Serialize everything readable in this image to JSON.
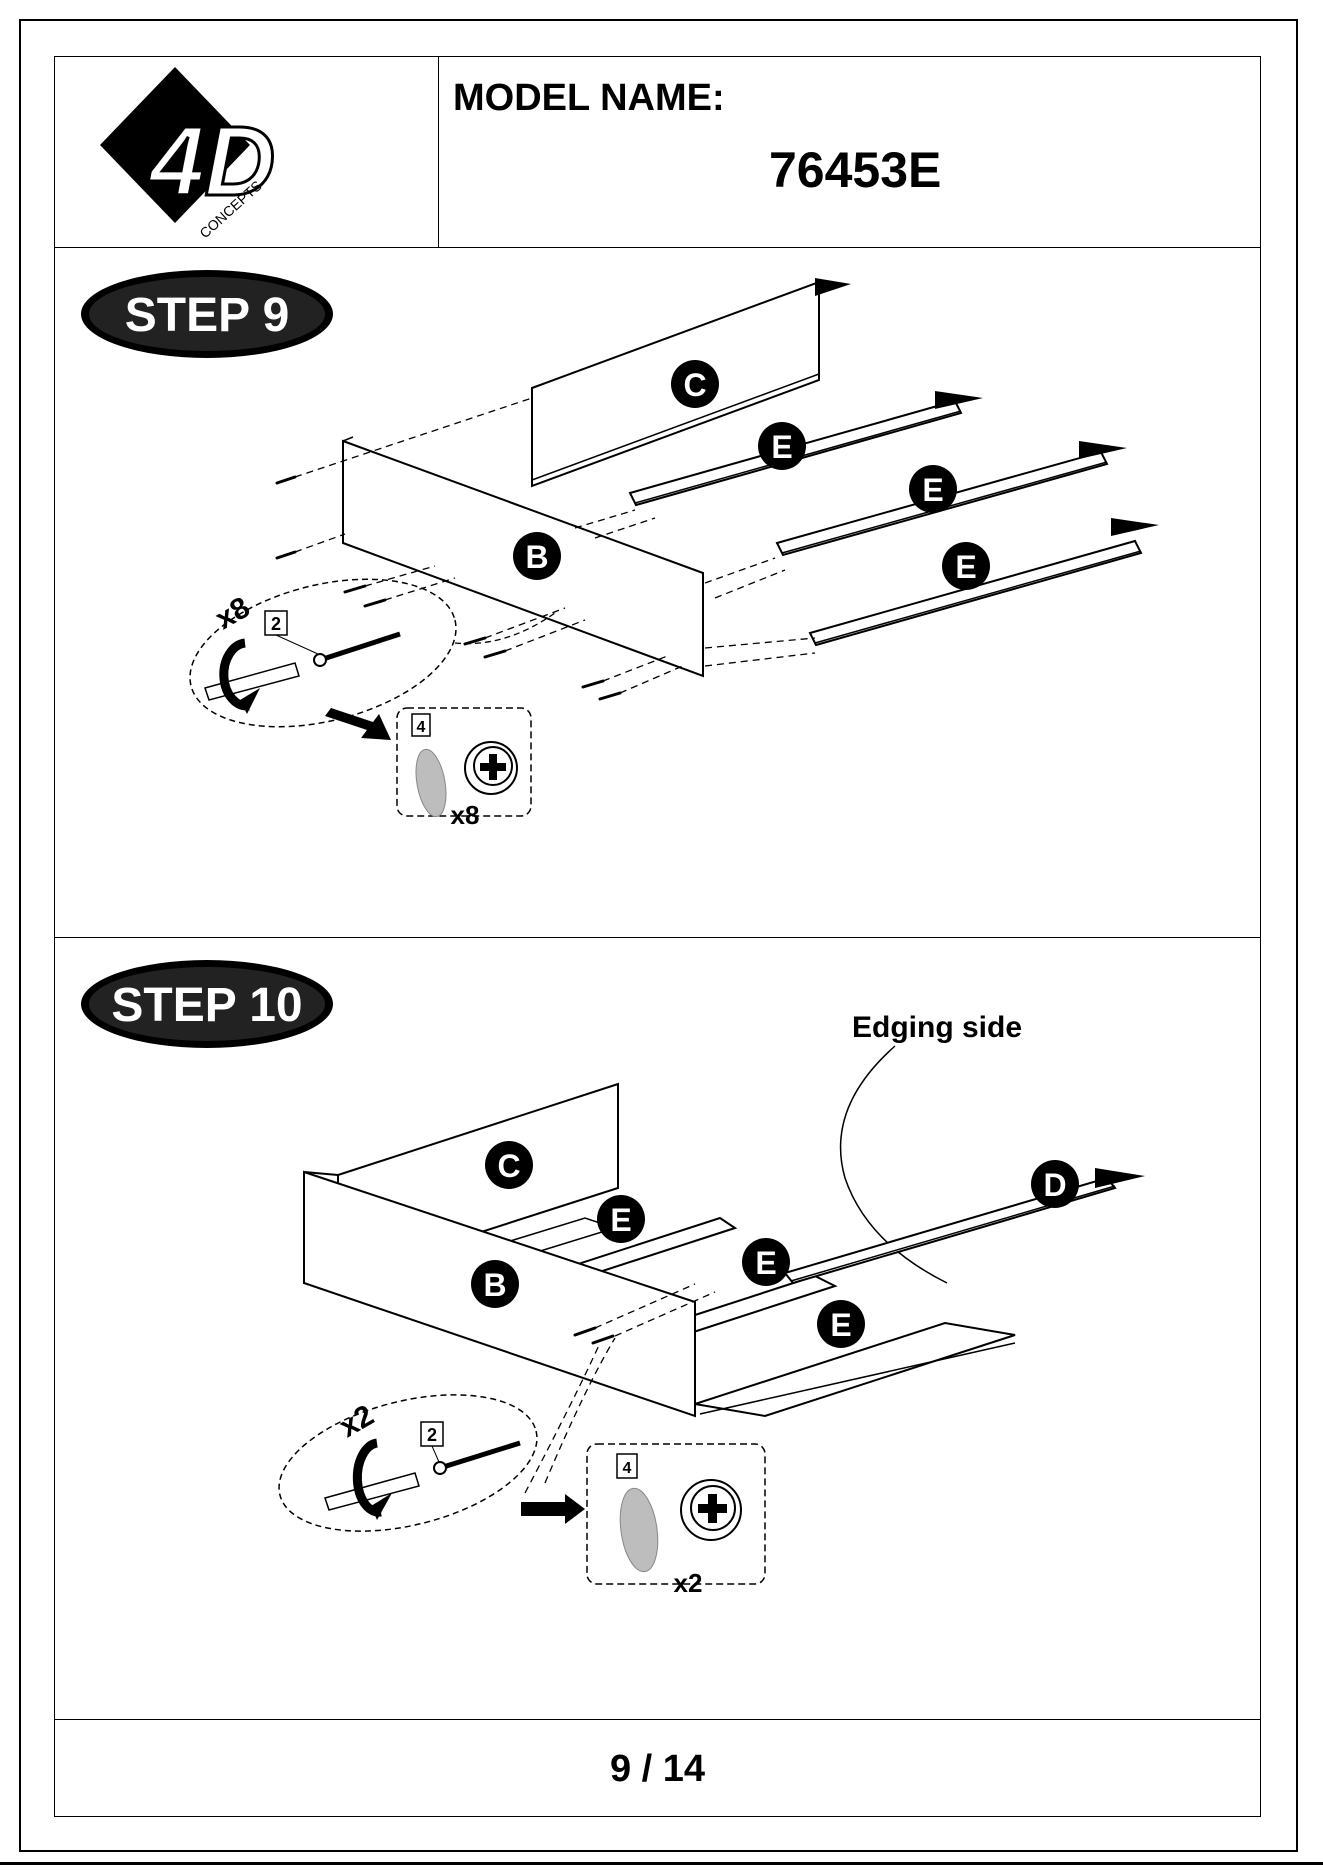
{
  "logo": {
    "mark_text": "4D",
    "sub_text": "CONCEPTS"
  },
  "header": {
    "model_label": "MODEL NAME:",
    "model_number": "76453E"
  },
  "step9": {
    "title": "STEP 9",
    "panel_labels": {
      "back": "C",
      "shelf_1": "E",
      "shelf_2": "E",
      "shelf_3": "E",
      "side": "B"
    },
    "screw_count": "x8",
    "screw_part": "2",
    "cap_part": "4",
    "cap_count": "x8"
  },
  "step10": {
    "title": "STEP 10",
    "edging_label": "Edging side",
    "panel_labels": {
      "back": "C",
      "shelf_1": "E",
      "shelf_2": "E",
      "shelf_3": "E",
      "side": "B",
      "front": "D"
    },
    "screw_count": "x2",
    "screw_part": "2",
    "cap_part": "4",
    "cap_count": "x2"
  },
  "footer": {
    "page_number": "9 / 14"
  },
  "colors": {
    "ink": "#000000",
    "paper": "#ffffff",
    "cap_gray": "#bdbdbd"
  }
}
